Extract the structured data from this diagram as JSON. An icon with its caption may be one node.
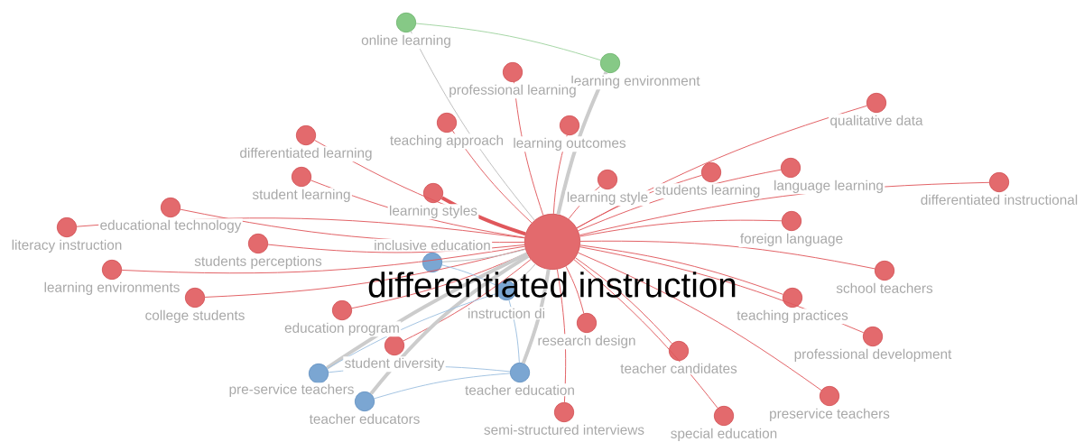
{
  "diagram": {
    "nodes": [
      {
        "text": [
          "differentiated instruction"
        ]
      },
      {
        "text": [
          "online learning"
        ]
      },
      {
        "text": [
          "learning environment"
        ]
      },
      {
        "text": [
          "professional learning"
        ]
      },
      {
        "text": [
          "teaching approach"
        ]
      },
      {
        "text": [
          "learning outcomes"
        ]
      },
      {
        "text": [
          "differentiated learning"
        ]
      },
      {
        "text": [
          "student learning"
        ]
      },
      {
        "text": [
          "learning styles"
        ]
      },
      {
        "text": [
          "learning style"
        ]
      },
      {
        "text": [
          "students learning"
        ]
      },
      {
        "text": [
          "language learning"
        ]
      },
      {
        "text": [
          "qualitative data"
        ]
      },
      {
        "text": [
          "differentiated instructional"
        ]
      },
      {
        "text": [
          "educational technology"
        ]
      },
      {
        "text": [
          "literacy instruction"
        ]
      },
      {
        "text": [
          "foreign language"
        ]
      },
      {
        "text": [
          "students perceptions"
        ]
      },
      {
        "text": [
          "learning environments"
        ]
      },
      {
        "text": [
          "college students"
        ]
      },
      {
        "text": [
          "school teachers"
        ]
      },
      {
        "text": [
          "inclusive education"
        ]
      },
      {
        "text": [
          "instruction di"
        ]
      },
      {
        "text": [
          "education program"
        ]
      },
      {
        "text": [
          "teaching practices"
        ]
      },
      {
        "text": [
          "research design"
        ]
      },
      {
        "text": [
          "student diversity"
        ]
      },
      {
        "text": [
          "teacher candidates"
        ]
      },
      {
        "text": [
          "professional development"
        ]
      },
      {
        "text": [
          "pre-service teachers"
        ]
      },
      {
        "text": [
          "teacher education"
        ]
      },
      {
        "text": [
          "teacher educators"
        ]
      },
      {
        "text": [
          "preservice teachers"
        ]
      },
      {
        "text": [
          "semi-structured interviews"
        ]
      },
      {
        "text": [
          "special education"
        ]
      }
    ],
    "edges": [
      {
        "from": 0,
        "to": 1,
        "arrow": "none",
        "color": "#bbbbbb"
      },
      {
        "from": 0,
        "to": 2,
        "arrow": "none",
        "color": "#cccccc",
        "style": "thick"
      },
      {
        "from": 1,
        "to": 2,
        "arrow": "none",
        "color": "#9fd39f"
      },
      {
        "from": 0,
        "to": 3,
        "arrow": "none"
      },
      {
        "from": 0,
        "to": 4,
        "arrow": "none"
      },
      {
        "from": 0,
        "to": 5,
        "arrow": "none"
      },
      {
        "from": 0,
        "to": 6,
        "arrow": "none"
      },
      {
        "from": 0,
        "to": 7,
        "arrow": "none"
      },
      {
        "from": 0,
        "to": 8,
        "arrow": "none",
        "style": "thick"
      },
      {
        "from": 0,
        "to": 9,
        "arrow": "none"
      },
      {
        "from": 0,
        "to": 10,
        "arrow": "none"
      },
      {
        "from": 0,
        "to": 11,
        "arrow": "none"
      },
      {
        "from": 0,
        "to": 12,
        "arrow": "none"
      },
      {
        "from": 0,
        "to": 13,
        "arrow": "none"
      },
      {
        "from": 0,
        "to": 14,
        "arrow": "none"
      },
      {
        "from": 0,
        "to": 15,
        "arrow": "none"
      },
      {
        "from": 0,
        "to": 16,
        "arrow": "none"
      },
      {
        "from": 0,
        "to": 17,
        "arrow": "none"
      },
      {
        "from": 0,
        "to": 18,
        "arrow": "none"
      },
      {
        "from": 0,
        "to": 19,
        "arrow": "none"
      },
      {
        "from": 0,
        "to": 20,
        "arrow": "none"
      },
      {
        "from": 0,
        "to": 21,
        "arrow": "none",
        "color": "#bbbbbb"
      },
      {
        "from": 0,
        "to": 22,
        "arrow": "none",
        "color": "#bbbbbb"
      },
      {
        "from": 0,
        "to": 23,
        "arrow": "none"
      },
      {
        "from": 0,
        "to": 24,
        "arrow": "none"
      },
      {
        "from": 0,
        "to": 25,
        "arrow": "none"
      },
      {
        "from": 0,
        "to": 26,
        "arrow": "none"
      },
      {
        "from": 0,
        "to": 27,
        "arrow": "none"
      },
      {
        "from": 0,
        "to": 28,
        "arrow": "none"
      },
      {
        "from": 0,
        "to": 29,
        "arrow": "none",
        "color": "#cccccc",
        "style": "thick"
      },
      {
        "from": 0,
        "to": 30,
        "arrow": "none",
        "color": "#cccccc",
        "style": "thick"
      },
      {
        "from": 0,
        "to": 31,
        "arrow": "none",
        "color": "#cccccc",
        "style": "thick"
      },
      {
        "from": 0,
        "to": 32,
        "arrow": "none"
      },
      {
        "from": 0,
        "to": 33,
        "arrow": "none"
      },
      {
        "from": 0,
        "to": 34,
        "arrow": "none"
      },
      {
        "from": 21,
        "to": 22,
        "arrow": "none",
        "color": "#9dbfe0"
      },
      {
        "from": 29,
        "to": 22,
        "arrow": "none",
        "color": "#9dbfe0"
      },
      {
        "from": 29,
        "to": 30,
        "arrow": "none",
        "color": "#9dbfe0"
      },
      {
        "from": 31,
        "to": 30,
        "arrow": "none",
        "color": "#9dbfe0"
      },
      {
        "from": 22,
        "to": 30,
        "arrow": "none",
        "color": "#9dbfe0"
      }
    ]
  }
}
